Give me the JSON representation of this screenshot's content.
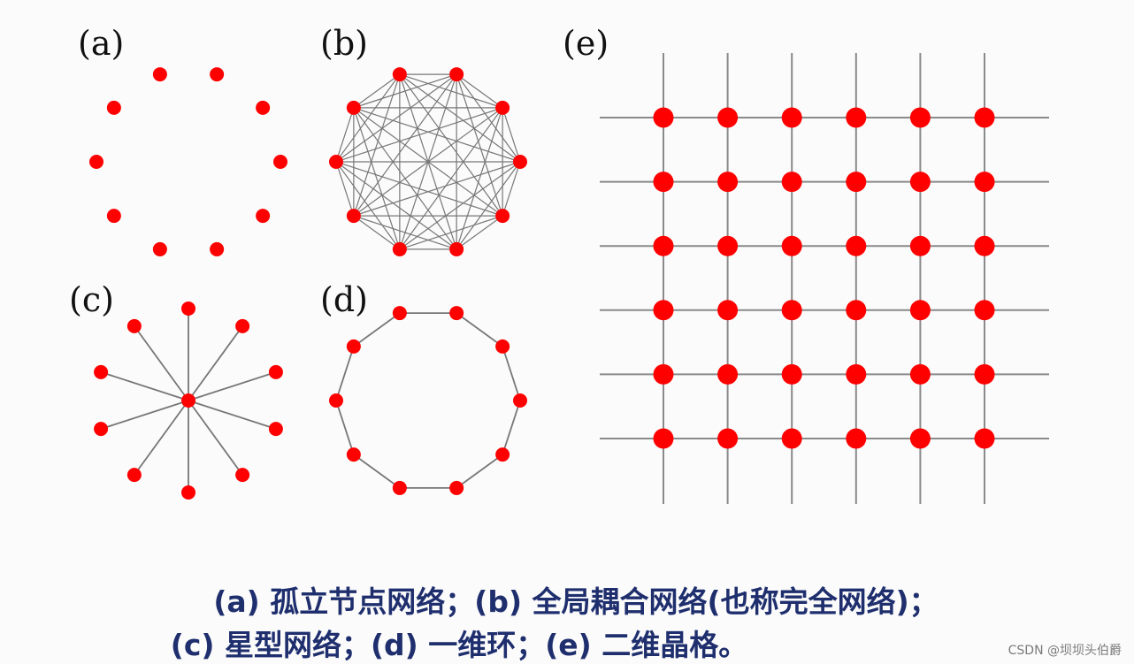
{
  "panels": {
    "a": {
      "label": "(a)",
      "type": "isolated",
      "node_count": 10
    },
    "b": {
      "label": "(b)",
      "type": "complete",
      "node_count": 10
    },
    "c": {
      "label": "(c)",
      "type": "star",
      "node_count": 10
    },
    "d": {
      "label": "(d)",
      "type": "ring",
      "node_count": 10
    },
    "e": {
      "label": "(e)",
      "type": "lattice",
      "rows": 6,
      "cols": 6
    }
  },
  "caption": {
    "line1": "(a) 孤立节点网络；(b) 全局耦合网络(也称完全网络)；",
    "line2": "(c) 星型网络；(d) 一维环；(e) 二维晶格。"
  },
  "watermark": "CSDN @坝坝头伯爵",
  "colors": {
    "node": "#ff0000",
    "edge": "#777777",
    "lattice_line": "#8a8a8a",
    "caption": "#1f2f6e"
  }
}
